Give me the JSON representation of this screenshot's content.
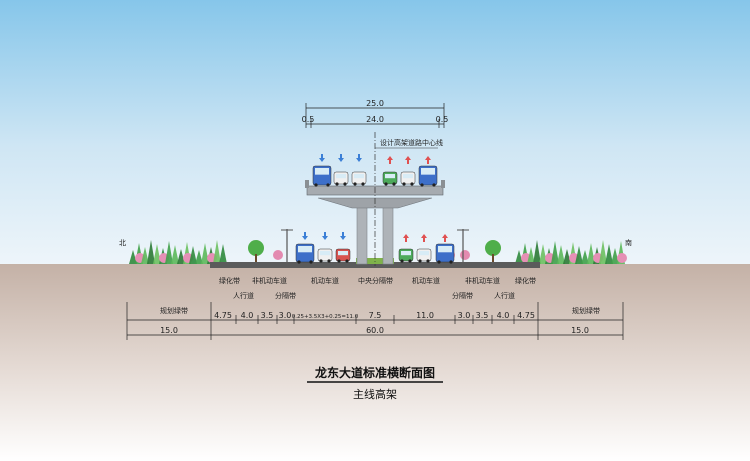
{
  "title": "龙东大道标准横断面图",
  "subtitle": "主线高架",
  "viaduct": {
    "overall_width": "25.0",
    "deck_width": "24.0",
    "edge_left": "0.5",
    "edge_right": "0.5",
    "centerline_label": "设计高架道路中心线"
  },
  "side_labels": {
    "left": "北",
    "right": "南"
  },
  "zone_labels": {
    "green_left": "绿化带",
    "sidewalk_left": "人行道",
    "nonmotor_left": "非机动车道",
    "divider_left": "分隔带",
    "motor_left": "机动车道",
    "median": "中央分隔带",
    "motor_right": "机动车道",
    "divider_right": "分隔带",
    "nonmotor_right": "非机动车道",
    "sidewalk_right": "人行道",
    "green_right": "绿化带",
    "planned_left": "规划绿带",
    "planned_right": "规划绿带"
  },
  "dimensions": {
    "planned_left": "15.0",
    "total": "60.0",
    "planned_right": "15.0",
    "green_left": "4.75",
    "sidewalk_left": "4.0",
    "nonmotor_left": "3.5",
    "divider_left": "3.0",
    "motor_left": "0.25+3.5X3+0.25=11.0",
    "median": "7.5",
    "motor_right": "11.0",
    "divider_right": "3.0",
    "nonmotor_right": "3.5",
    "sidewalk_right": "4.0",
    "green_right": "4.75"
  },
  "colors": {
    "sky_top": "#8ccaea",
    "ground": "#c9b7ad",
    "deck": "#9ea3a8",
    "arrow_blue": "#3b7fd6",
    "arrow_red": "#e05050"
  }
}
